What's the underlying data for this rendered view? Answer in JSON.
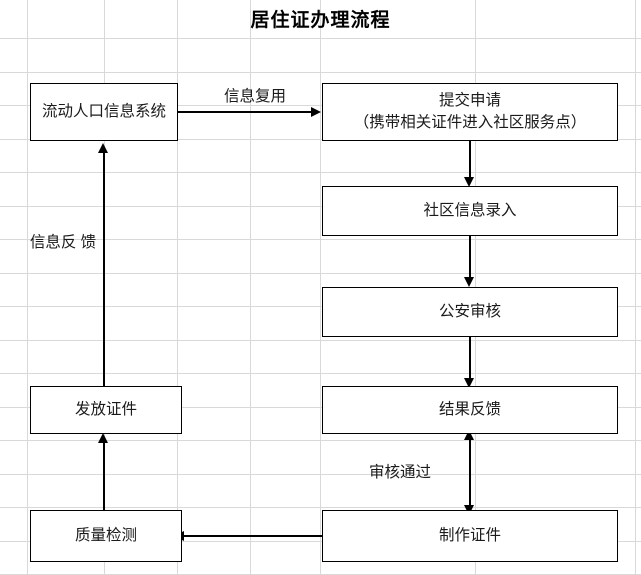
{
  "title": "居住证办理流程",
  "nodes": {
    "floating_population_system": "流动人口信息系统",
    "submit_application": "提交申请\n（携带相关证件进入社区服务点）",
    "submit_application_line1": "提交申请",
    "submit_application_line2": "（携带相关证件进入社区服务点）",
    "community_info_entry": "社区信息录入",
    "police_review": "公安审核",
    "result_feedback": "结果反馈",
    "make_certificate": "制作证件",
    "quality_inspection": "质量检测",
    "issue_certificate": "发放证件"
  },
  "edge_labels": {
    "info_reuse": "信息复用",
    "info_feedback_line1": "信息反",
    "info_feedback_line2": "馈",
    "review_passed": "审核通过"
  },
  "colors": {
    "box_border": "#000000",
    "grid_line": "#d9d9d9",
    "text": "#1a1a1a",
    "background": "#ffffff"
  },
  "grid": {
    "vertical_x": [
      0,
      27,
      104,
      177,
      250,
      320,
      475,
      635
    ],
    "horizontal_y": [
      38,
      72,
      105,
      139,
      172,
      206,
      239,
      273,
      306,
      340,
      373,
      407,
      440,
      474,
      507,
      541,
      574
    ]
  }
}
